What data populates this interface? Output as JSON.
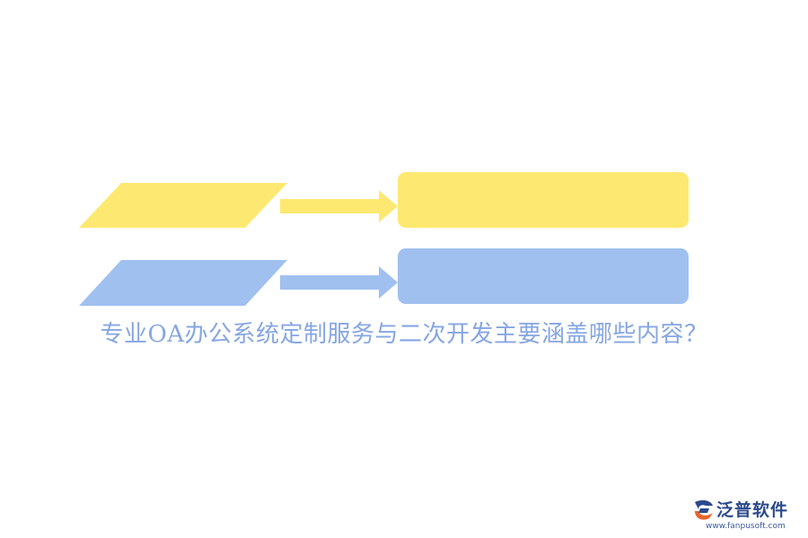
{
  "title": "专业OA办公系统定制服务与二次开发主要涵盖哪些内容？",
  "colors": {
    "row1_fill": "#fde971",
    "row2_fill": "#a0c0ef",
    "title_color": "#86a6e2",
    "logo_text": "#2b4a8c",
    "logo_accent": "#e8632a"
  },
  "rows": [
    {
      "shape_left": "parallelogram",
      "connector": "arrow-right",
      "shape_right": "rounded-rectangle",
      "label": ""
    },
    {
      "shape_left": "parallelogram",
      "connector": "arrow-right",
      "shape_right": "rounded-rectangle",
      "label": ""
    }
  ],
  "logo": {
    "name": "泛普软件",
    "url": "www.fanpusoft.com",
    "icon": "fanpu-logo-icon"
  }
}
